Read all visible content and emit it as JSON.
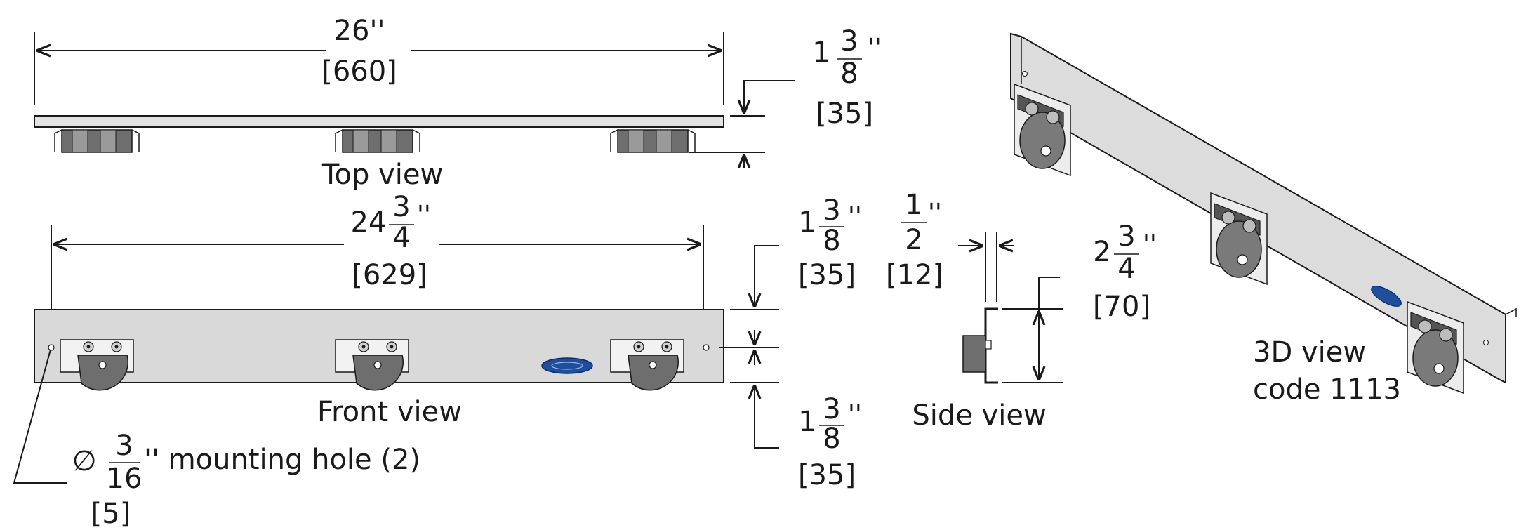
{
  "colors": {
    "line": "#1a1a1a",
    "plate": "#d9d9d9",
    "holder": "#6e6e6e",
    "logo": "#1f4e9c"
  },
  "top": {
    "len_in": "26''",
    "len_mm": "[660]",
    "depth_whole": "1",
    "depth_num": "3",
    "depth_den": "8",
    "depth_mm": "[35]",
    "caption": "Top view"
  },
  "front": {
    "len_whole": "24",
    "len_num": "3",
    "len_den": "4",
    "len_mm": "[629]",
    "top_whole": "1",
    "top_num": "3",
    "top_den": "8",
    "top_mm": "[35]",
    "bot_whole": "1",
    "bot_num": "3",
    "bot_den": "8",
    "bot_mm": "[35]",
    "caption": "Front view"
  },
  "hole": {
    "sym": "∅",
    "num": "3",
    "den": "16",
    "text": "'' mounting hole (2)",
    "mm": "[5]"
  },
  "side": {
    "thk_num": "1",
    "thk_den": "2",
    "thk_mm": "[12]",
    "h_whole": "2",
    "h_num": "3",
    "h_den": "4",
    "h_mm": "[70]",
    "caption": "Side view"
  },
  "iso": {
    "caption_line1": "3D view",
    "caption_line2": "code 1113"
  },
  "icons": [
    "holder-icon",
    "mounting-hole-icon",
    "frost-logo-icon"
  ]
}
